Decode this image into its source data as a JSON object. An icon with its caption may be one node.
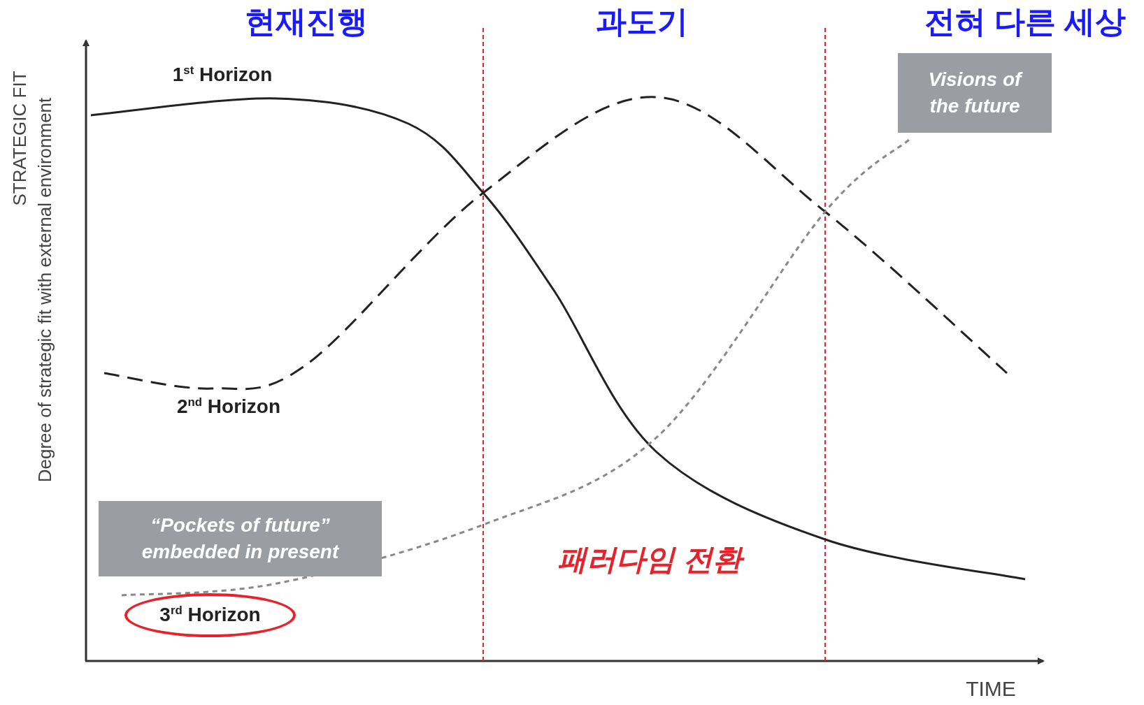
{
  "diagram": {
    "nodes": [
      {
        "text": [
          "Visions of the future"
        ]
      },
      {
        "text": [
          "“Pockets of future” embedded in present"
        ]
      },
      {
        "text": [
          "3$^{rd}$ Horizon"
        ]
      }
    ],
    "labels": [
      "현재진행",
      "과도기",
      "전혀 다른 세상",
      "STRATEGIC FIT",
      "Degree of strategic fit with external environment",
      "1$^{st}$ Horizon",
      "2$^{nd}$ Horizon",
      "패러다임 전환",
      "TIME"
    ]
  }
}
